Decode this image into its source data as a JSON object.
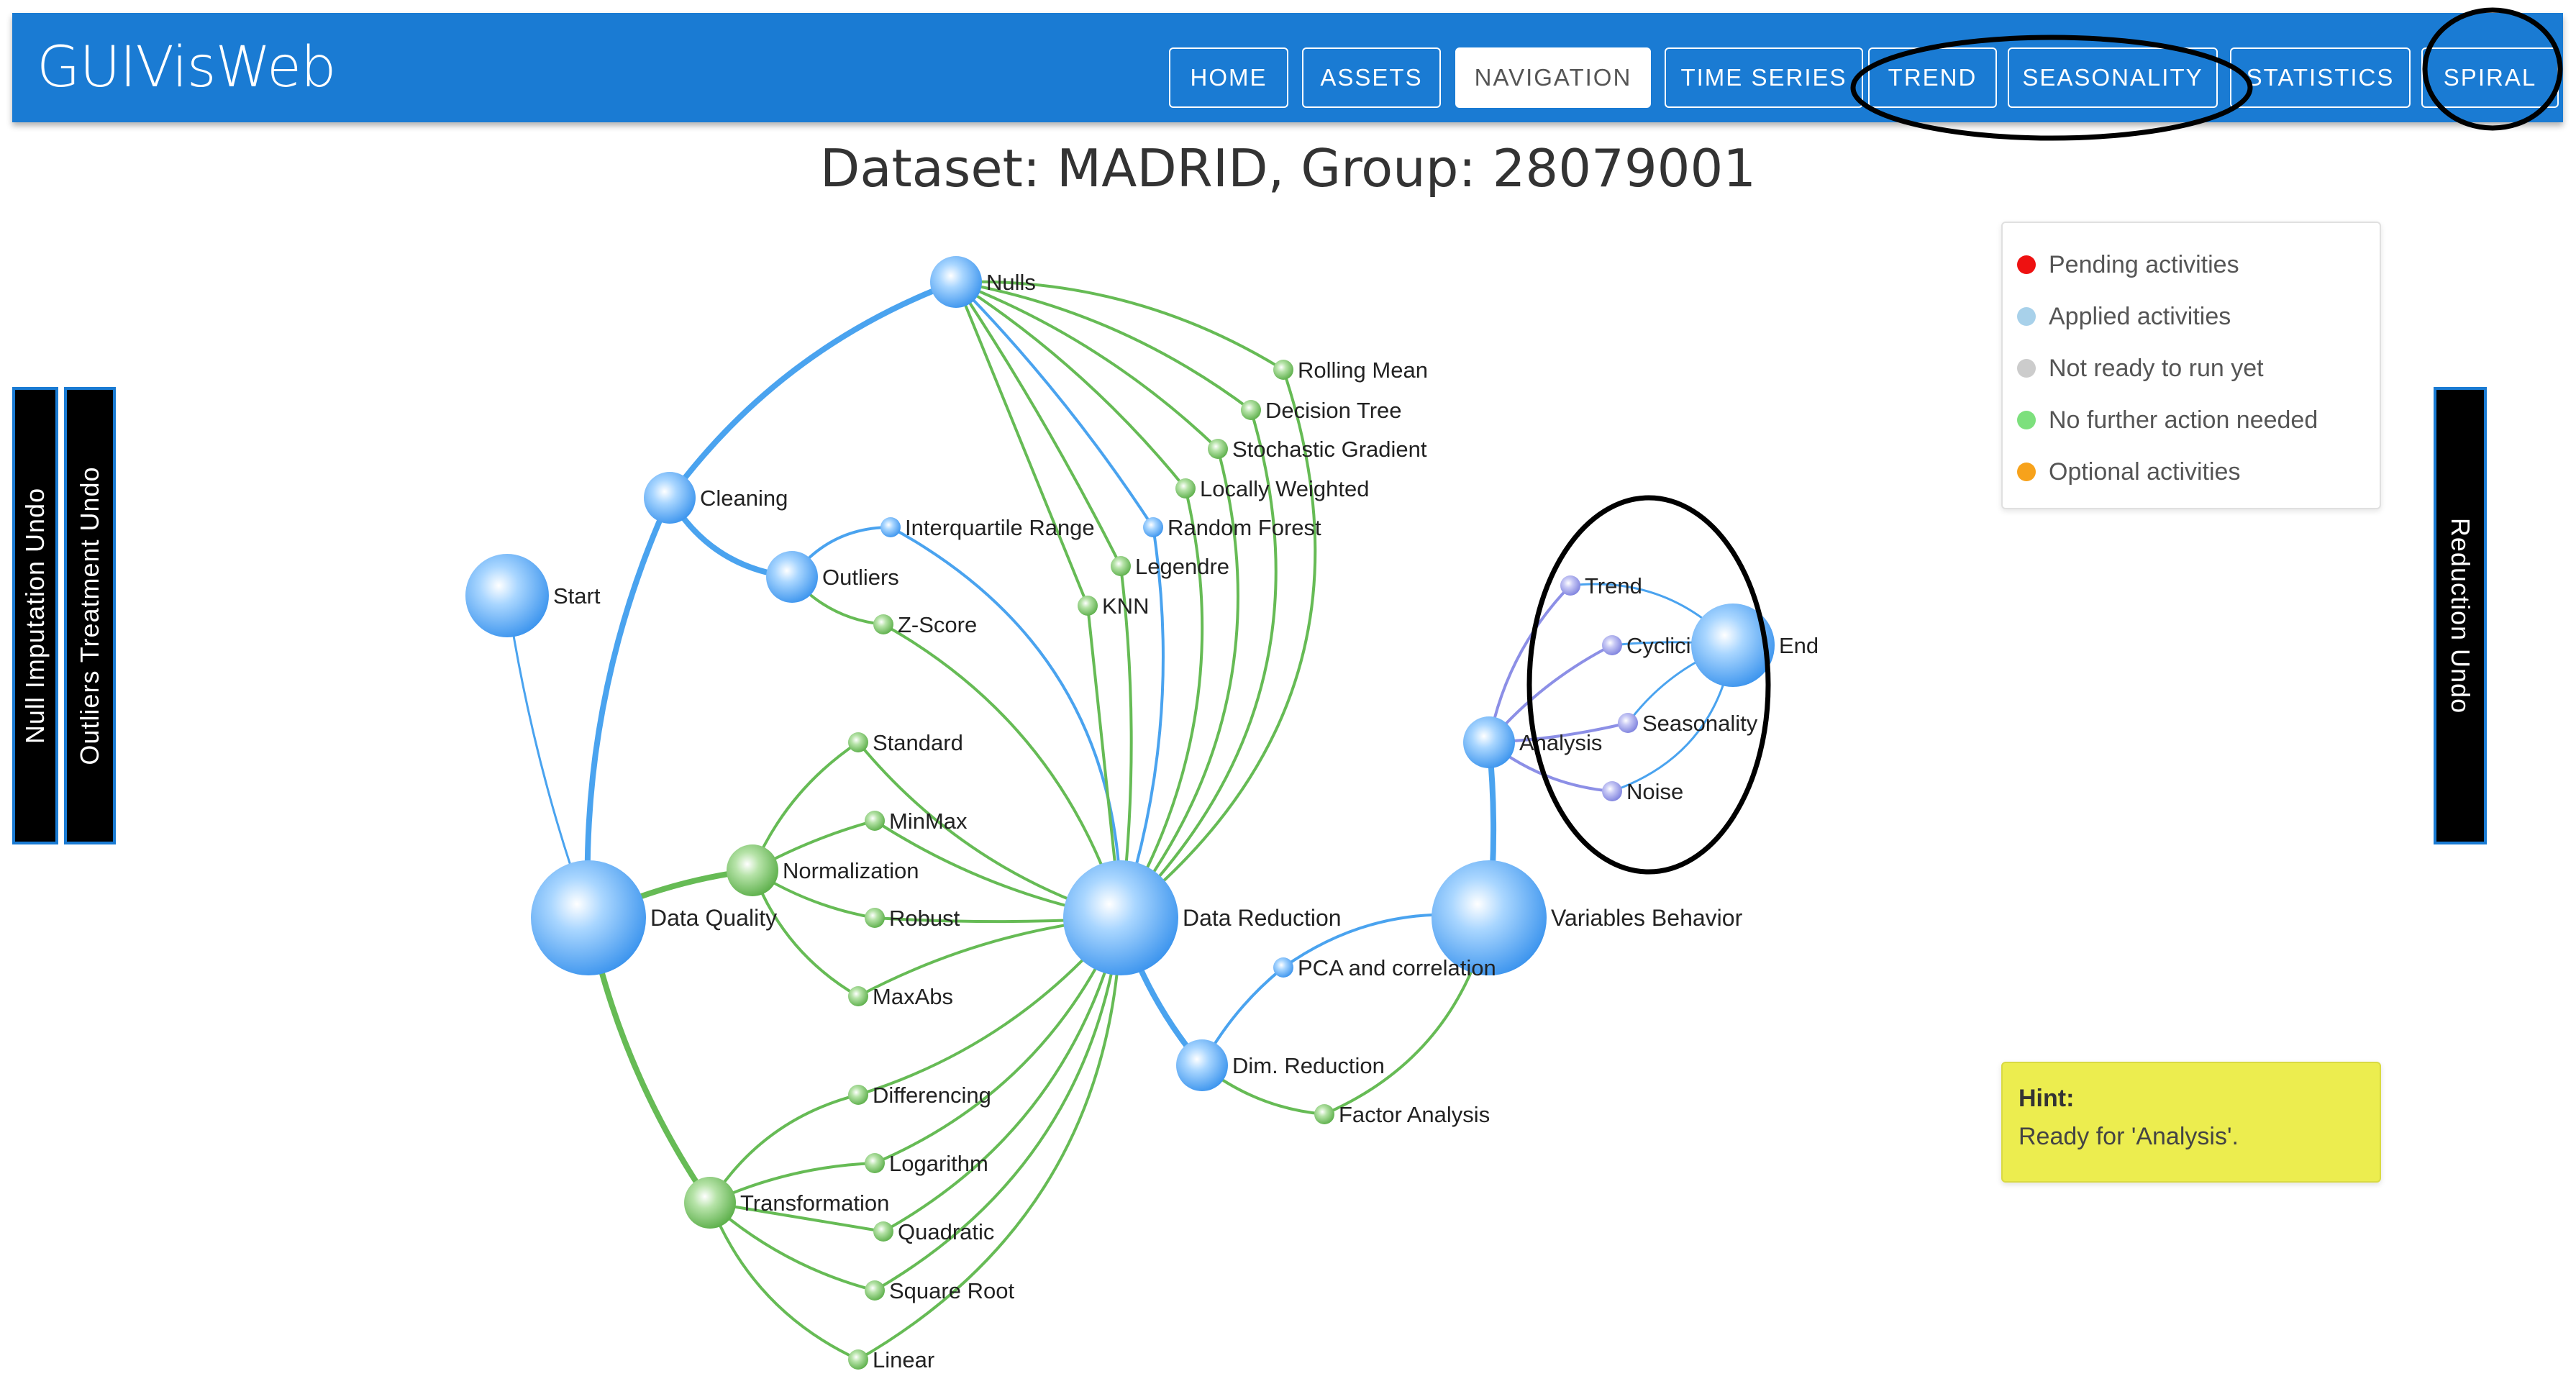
{
  "app": {
    "brand": "GUIVisWeb"
  },
  "nav": {
    "items": [
      {
        "label": "HOME",
        "active": false
      },
      {
        "label": "ASSETS",
        "active": false
      },
      {
        "label": "NAVIGATION",
        "active": true
      },
      {
        "label": "TIME SERIES",
        "active": false
      },
      {
        "label": "TREND",
        "active": false
      },
      {
        "label": "SEASONALITY",
        "active": false
      },
      {
        "label": "STATISTICS",
        "active": false
      },
      {
        "label": "SPIRAL",
        "active": false
      }
    ]
  },
  "title": "Dataset: MADRID, Group: 28079001",
  "side_tabs": {
    "null_imputation_undo": "Null Imputation Undo",
    "outliers_treatment_undo": "Outliers Treatment Undo",
    "reduction_undo": "Reduction Undo"
  },
  "legend": {
    "items": [
      {
        "label": "Pending activities",
        "color": "#ee1111"
      },
      {
        "label": "Applied activities",
        "color": "#a8d1ea"
      },
      {
        "label": "Not ready to run yet",
        "color": "#cccccc"
      },
      {
        "label": "No further action needed",
        "color": "#7de07d"
      },
      {
        "label": "Optional activities",
        "color": "#f7a21b"
      }
    ]
  },
  "hint": {
    "title": "Hint:",
    "text": "Ready for 'Analysis'."
  },
  "colors": {
    "header": "#1a7bd3",
    "applied": "#4aa3ef",
    "no_further_action": "#66bb55",
    "analysis": "#8c8fe6"
  },
  "graph": {
    "nodes": [
      {
        "id": "nulls",
        "label": "Nulls",
        "kind": "blue",
        "size": "m"
      },
      {
        "id": "cleaning",
        "label": "Cleaning",
        "kind": "blue",
        "size": "m"
      },
      {
        "id": "start",
        "label": "Start",
        "kind": "blue",
        "size": "l"
      },
      {
        "id": "outliers",
        "label": "Outliers",
        "kind": "blue",
        "size": "m"
      },
      {
        "id": "iqr",
        "label": "Interquartile Range",
        "kind": "blue",
        "size": "s"
      },
      {
        "id": "zscore",
        "label": "Z-Score",
        "kind": "green",
        "size": "s"
      },
      {
        "id": "rolling",
        "label": "Rolling Mean",
        "kind": "green",
        "size": "s"
      },
      {
        "id": "dtree",
        "label": "Decision Tree",
        "kind": "green",
        "size": "s"
      },
      {
        "id": "sgd",
        "label": "Stochastic Gradient",
        "kind": "green",
        "size": "s"
      },
      {
        "id": "lw",
        "label": "Locally Weighted",
        "kind": "green",
        "size": "s"
      },
      {
        "id": "rf",
        "label": "Random Forest",
        "kind": "blue",
        "size": "s"
      },
      {
        "id": "legendre",
        "label": "Legendre",
        "kind": "green",
        "size": "s"
      },
      {
        "id": "knn",
        "label": "KNN",
        "kind": "green",
        "size": "s"
      },
      {
        "id": "standard",
        "label": "Standard",
        "kind": "green",
        "size": "s"
      },
      {
        "id": "minmax",
        "label": "MinMax",
        "kind": "green",
        "size": "s"
      },
      {
        "id": "normalization",
        "label": "Normalization",
        "kind": "green",
        "size": "m"
      },
      {
        "id": "robust",
        "label": "Robust",
        "kind": "green",
        "size": "s"
      },
      {
        "id": "maxabs",
        "label": "MaxAbs",
        "kind": "green",
        "size": "s"
      },
      {
        "id": "dq",
        "label": "Data Quality",
        "kind": "blue",
        "size": "xl"
      },
      {
        "id": "dr",
        "label": "Data Reduction",
        "kind": "blue",
        "size": "xl"
      },
      {
        "id": "differencing",
        "label": "Differencing",
        "kind": "green",
        "size": "s"
      },
      {
        "id": "logarithm",
        "label": "Logarithm",
        "kind": "green",
        "size": "s"
      },
      {
        "id": "transformation",
        "label": "Transformation",
        "kind": "green",
        "size": "m"
      },
      {
        "id": "quadratic",
        "label": "Quadratic",
        "kind": "green",
        "size": "s"
      },
      {
        "id": "sqrt",
        "label": "Square Root",
        "kind": "green",
        "size": "s"
      },
      {
        "id": "linear",
        "label": "Linear",
        "kind": "green",
        "size": "s"
      },
      {
        "id": "vb",
        "label": "Variables Behavior",
        "kind": "blue",
        "size": "xl"
      },
      {
        "id": "pca",
        "label": "PCA and correlation",
        "kind": "blue",
        "size": "s"
      },
      {
        "id": "dimred",
        "label": "Dim. Reduction",
        "kind": "blue",
        "size": "m"
      },
      {
        "id": "fa",
        "label": "Factor Analysis",
        "kind": "green",
        "size": "s"
      },
      {
        "id": "analysis",
        "label": "Analysis",
        "kind": "blue",
        "size": "m"
      },
      {
        "id": "trend",
        "label": "Trend",
        "kind": "purple",
        "size": "s"
      },
      {
        "id": "cyclicity",
        "label": "Cyclicity",
        "kind": "purple",
        "size": "s"
      },
      {
        "id": "seasonality",
        "label": "Seasonality",
        "kind": "purple",
        "size": "s"
      },
      {
        "id": "noise",
        "label": "Noise",
        "kind": "purple",
        "size": "s"
      },
      {
        "id": "end",
        "label": "End",
        "kind": "blue",
        "size": "l"
      }
    ],
    "edges": [
      {
        "from": "start",
        "to": "dq",
        "color": "blue",
        "weight": "thin"
      },
      {
        "from": "dq",
        "to": "cleaning",
        "color": "blue",
        "weight": "thick"
      },
      {
        "from": "cleaning",
        "to": "nulls",
        "color": "blue",
        "weight": "thick"
      },
      {
        "from": "cleaning",
        "to": "outliers",
        "color": "blue",
        "weight": "thick"
      },
      {
        "from": "outliers",
        "to": "iqr",
        "color": "blue",
        "weight": "normal"
      },
      {
        "from": "outliers",
        "to": "zscore",
        "color": "green",
        "weight": "normal"
      },
      {
        "from": "iqr",
        "to": "dr",
        "color": "blue",
        "weight": "normal"
      },
      {
        "from": "zscore",
        "to": "dr",
        "color": "green",
        "weight": "normal"
      },
      {
        "from": "nulls",
        "to": "rolling",
        "color": "green",
        "weight": "normal"
      },
      {
        "from": "nulls",
        "to": "dtree",
        "color": "green",
        "weight": "normal"
      },
      {
        "from": "nulls",
        "to": "sgd",
        "color": "green",
        "weight": "normal"
      },
      {
        "from": "nulls",
        "to": "lw",
        "color": "green",
        "weight": "normal"
      },
      {
        "from": "nulls",
        "to": "rf",
        "color": "blue",
        "weight": "normal"
      },
      {
        "from": "nulls",
        "to": "legendre",
        "color": "green",
        "weight": "normal"
      },
      {
        "from": "nulls",
        "to": "knn",
        "color": "green",
        "weight": "normal"
      },
      {
        "from": "rolling",
        "to": "dr",
        "color": "green",
        "weight": "normal"
      },
      {
        "from": "dtree",
        "to": "dr",
        "color": "green",
        "weight": "normal"
      },
      {
        "from": "sgd",
        "to": "dr",
        "color": "green",
        "weight": "normal"
      },
      {
        "from": "lw",
        "to": "dr",
        "color": "green",
        "weight": "normal"
      },
      {
        "from": "rf",
        "to": "dr",
        "color": "blue",
        "weight": "normal"
      },
      {
        "from": "legendre",
        "to": "dr",
        "color": "green",
        "weight": "normal"
      },
      {
        "from": "knn",
        "to": "dr",
        "color": "green",
        "weight": "normal"
      },
      {
        "from": "dq",
        "to": "normalization",
        "color": "green",
        "weight": "thick"
      },
      {
        "from": "dq",
        "to": "transformation",
        "color": "green",
        "weight": "thick"
      },
      {
        "from": "normalization",
        "to": "standard",
        "color": "green",
        "weight": "normal"
      },
      {
        "from": "normalization",
        "to": "minmax",
        "color": "green",
        "weight": "normal"
      },
      {
        "from": "normalization",
        "to": "robust",
        "color": "green",
        "weight": "normal"
      },
      {
        "from": "normalization",
        "to": "maxabs",
        "color": "green",
        "weight": "normal"
      },
      {
        "from": "standard",
        "to": "dr",
        "color": "green",
        "weight": "normal"
      },
      {
        "from": "minmax",
        "to": "dr",
        "color": "green",
        "weight": "normal"
      },
      {
        "from": "robust",
        "to": "dr",
        "color": "green",
        "weight": "normal"
      },
      {
        "from": "maxabs",
        "to": "dr",
        "color": "green",
        "weight": "normal"
      },
      {
        "from": "transformation",
        "to": "differencing",
        "color": "green",
        "weight": "normal"
      },
      {
        "from": "transformation",
        "to": "logarithm",
        "color": "green",
        "weight": "normal"
      },
      {
        "from": "transformation",
        "to": "quadratic",
        "color": "green",
        "weight": "normal"
      },
      {
        "from": "transformation",
        "to": "sqrt",
        "color": "green",
        "weight": "normal"
      },
      {
        "from": "transformation",
        "to": "linear",
        "color": "green",
        "weight": "normal"
      },
      {
        "from": "differencing",
        "to": "dr",
        "color": "green",
        "weight": "normal"
      },
      {
        "from": "logarithm",
        "to": "dr",
        "color": "green",
        "weight": "normal"
      },
      {
        "from": "quadratic",
        "to": "dr",
        "color": "green",
        "weight": "normal"
      },
      {
        "from": "sqrt",
        "to": "dr",
        "color": "green",
        "weight": "normal"
      },
      {
        "from": "linear",
        "to": "dr",
        "color": "green",
        "weight": "normal"
      },
      {
        "from": "dr",
        "to": "dimred",
        "color": "blue",
        "weight": "thick"
      },
      {
        "from": "dimred",
        "to": "pca",
        "color": "blue",
        "weight": "normal"
      },
      {
        "from": "dimred",
        "to": "fa",
        "color": "green",
        "weight": "normal"
      },
      {
        "from": "pca",
        "to": "vb",
        "color": "blue",
        "weight": "normal"
      },
      {
        "from": "fa",
        "to": "vb",
        "color": "green",
        "weight": "normal"
      },
      {
        "from": "vb",
        "to": "analysis",
        "color": "blue",
        "weight": "thick"
      },
      {
        "from": "analysis",
        "to": "trend",
        "color": "purple",
        "weight": "normal"
      },
      {
        "from": "analysis",
        "to": "cyclicity",
        "color": "purple",
        "weight": "normal"
      },
      {
        "from": "analysis",
        "to": "seasonality",
        "color": "purple",
        "weight": "normal"
      },
      {
        "from": "analysis",
        "to": "noise",
        "color": "purple",
        "weight": "normal"
      },
      {
        "from": "trend",
        "to": "end",
        "color": "blue",
        "weight": "thin"
      },
      {
        "from": "cyclicity",
        "to": "end",
        "color": "blue",
        "weight": "thin"
      },
      {
        "from": "seasonality",
        "to": "end",
        "color": "blue",
        "weight": "thin"
      },
      {
        "from": "noise",
        "to": "end",
        "color": "blue",
        "weight": "thin"
      }
    ]
  }
}
